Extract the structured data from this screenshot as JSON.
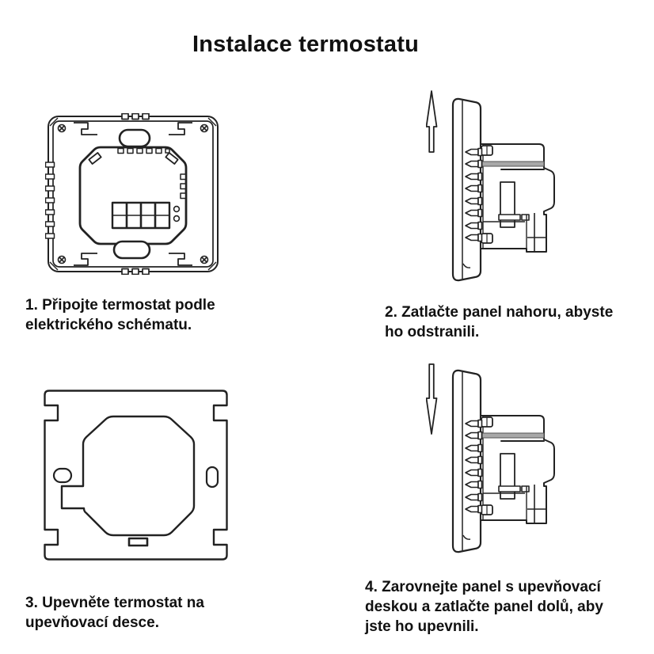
{
  "title": "Instalace termostatu",
  "steps": [
    {
      "lines": [
        "1. Připojte termostat podle",
        "elektrického schématu."
      ]
    },
    {
      "lines": [
        "2. Zatlačte panel nahoru, abyste",
        "ho odstranili."
      ]
    },
    {
      "lines": [
        "3. Upevněte termostat na",
        "upevňovací desce."
      ]
    },
    {
      "lines": [
        "4. Zarovnejte panel s upevňovací",
        "deskou a zatlačte panel dolů, aby",
        "jste ho upevnili."
      ]
    }
  ],
  "colors": {
    "background": "#ffffff",
    "line": "#222222",
    "gray_band": "#a8a8a8",
    "text": "#111111"
  }
}
